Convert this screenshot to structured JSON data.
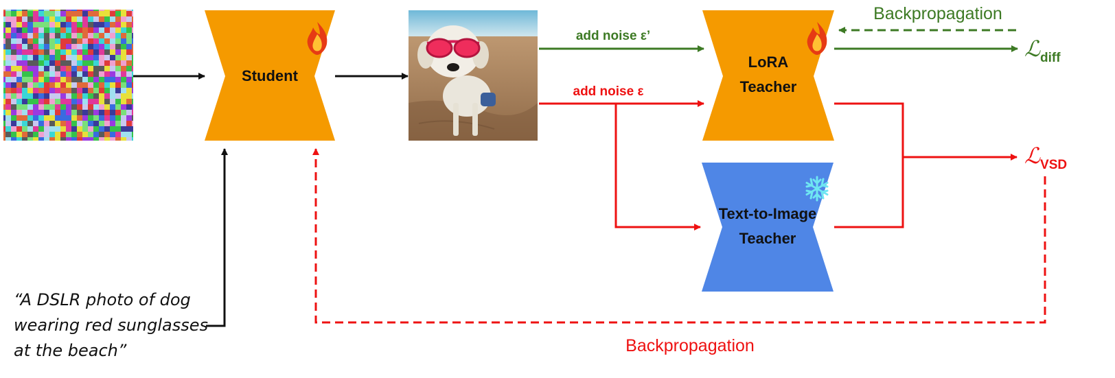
{
  "blocks": {
    "student": {
      "label": "Student",
      "status_icon": "fire-icon",
      "color": "#f59a00"
    },
    "lora_teacher": {
      "line1": "LoRA",
      "line2": "Teacher",
      "status_icon": "fire-icon",
      "color": "#f59a00"
    },
    "t2i_teacher": {
      "line1": "Text-to-Image",
      "line2": "Teacher",
      "status_icon": "snowflake-icon",
      "color": "#4f86e6"
    }
  },
  "inputs": {
    "noise_image": "noise-image",
    "prompt_line1": "“A DSLR photo of dog",
    "prompt_line2": "wearing red sunglasses",
    "prompt_line3": "at the beach”"
  },
  "output_image": "generated-dog-image",
  "edges": {
    "add_noise_prime": "add noise ε’",
    "add_noise": "add noise ε"
  },
  "losses": {
    "diff_symbol": "ℒ",
    "diff_sub": "diff",
    "vsd_symbol": "ℒ",
    "vsd_sub": "VSD"
  },
  "backprop": {
    "green_label": "Backpropagation",
    "red_label": "Backpropagation"
  },
  "colors": {
    "green": "#3d7a24",
    "red": "#ee1111",
    "black": "#111111",
    "orange": "#f59a00",
    "blue": "#4f86e6"
  }
}
